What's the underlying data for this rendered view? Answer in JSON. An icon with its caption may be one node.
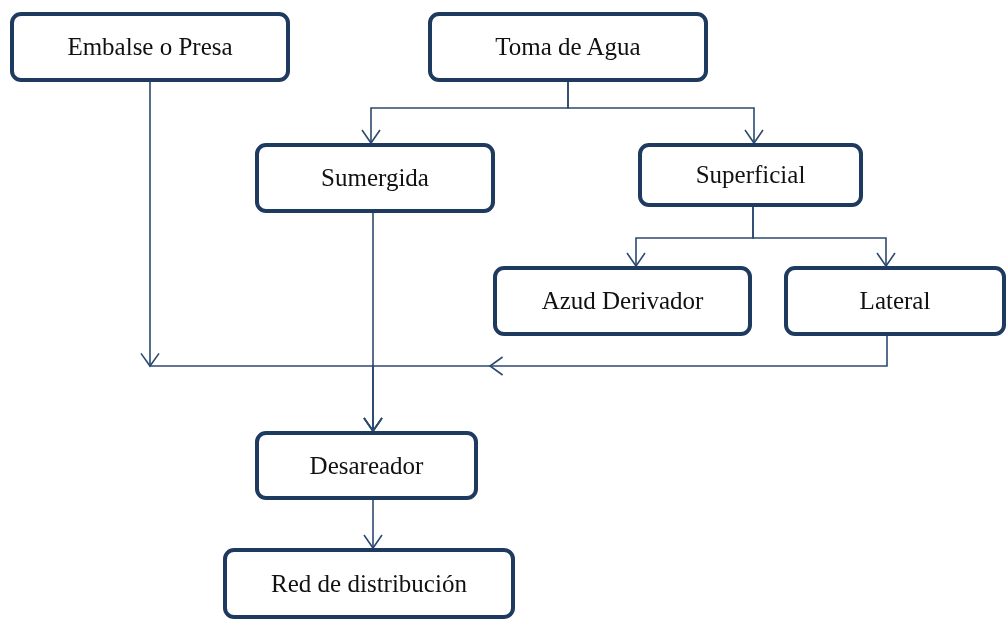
{
  "diagram": {
    "nodes": [
      {
        "text": [
          "Embalse o Presa"
        ]
      },
      {
        "text": [
          "Toma de Agua"
        ]
      },
      {
        "text": [
          "Sumergida"
        ]
      },
      {
        "text": [
          "Superficial"
        ]
      },
      {
        "text": [
          "Azud Derivador"
        ]
      },
      {
        "text": [
          "Lateral"
        ]
      },
      {
        "text": [
          "Desareador"
        ]
      },
      {
        "text": [
          "Red de distribución"
        ]
      }
    ],
    "edges": [
      {
        "from": 1,
        "to": 2,
        "arrow": "to"
      },
      {
        "from": 1,
        "to": 3,
        "arrow": "to"
      },
      {
        "from": 3,
        "to": 4,
        "arrow": "to"
      },
      {
        "from": 3,
        "to": 5,
        "arrow": "to"
      },
      {
        "from": 0,
        "to": 6,
        "arrow": "to"
      },
      {
        "from": 5,
        "to": 6,
        "arrow": "to"
      },
      {
        "from": 2,
        "to": 6,
        "arrow": "to"
      },
      {
        "from": 6,
        "to": 7,
        "arrow": "to"
      }
    ]
  }
}
